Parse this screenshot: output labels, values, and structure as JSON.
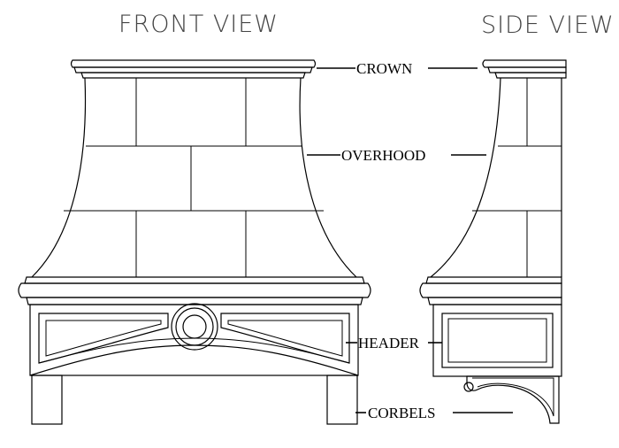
{
  "views": {
    "front": "FRONT VIEW",
    "side": "SIDE VIEW"
  },
  "callouts": {
    "crown": "CROWN",
    "overhood": "OVERHOOD",
    "header": "HEADER",
    "corbels": "CORBELS"
  }
}
